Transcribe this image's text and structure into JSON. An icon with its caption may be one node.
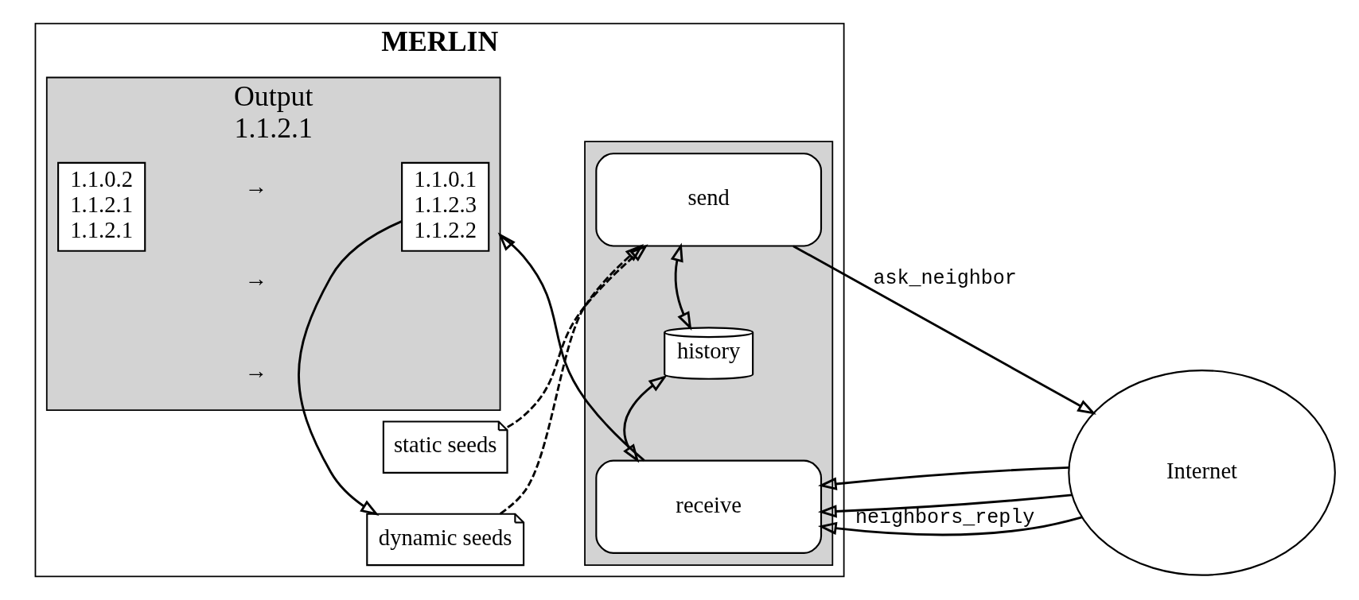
{
  "diagram": {
    "nodes": [
      {
        "text": [
          "MERLIN"
        ]
      },
      {
        "text": [
          "static seeds"
        ],
        "in": 0
      },
      {
        "text": [
          "dynamic seeds"
        ],
        "in": 0
      },
      {
        "text": [],
        "shape": "box",
        "in": 0
      },
      {
        "text": [
          "send"
        ],
        "in": 3
      },
      {
        "text": [
          "history"
        ],
        "in": 3
      },
      {
        "text": [
          "receive"
        ],
        "in": 3
      },
      {
        "text": [
          "Output",
          "1.1.2.1"
        ],
        "in": 0
      },
      {
        "text": [
          "1.1.0.2",
          "1.1.2.1",
          "1.1.2.1"
        ],
        "in": 7
      },
      {
        "text": [
          "1.1.0.1",
          "1.1.2.3",
          "1.1.2.2"
        ],
        "in": 7
      },
      {
        "text": [
          "Internet"
        ]
      }
    ],
    "edges": [
      {
        "from": 1,
        "to": 4,
        "arrow": "to",
        "style": "dashed"
      },
      {
        "from": 2,
        "to": 4,
        "arrow": "to",
        "style": "dashed"
      },
      {
        "from": 4,
        "to": 10,
        "arrow": "to",
        "label": "ask_neighbor"
      },
      {
        "from": 4,
        "to": 5,
        "arrow": "both"
      },
      {
        "from": 5,
        "to": 6,
        "arrow": "both"
      },
      {
        "from": 10,
        "to": 6,
        "arrow": "to"
      },
      {
        "from": 10,
        "to": 6,
        "arrow": "to"
      },
      {
        "from": 10,
        "to": 6,
        "arrow": "to",
        "label": "neighbors_reply"
      },
      {
        "from": 6,
        "to": 7,
        "arrow": "to"
      },
      {
        "from": 9,
        "to": 2,
        "arrow": "to"
      }
    ],
    "labels": [
      "→",
      "→",
      "→"
    ]
  }
}
